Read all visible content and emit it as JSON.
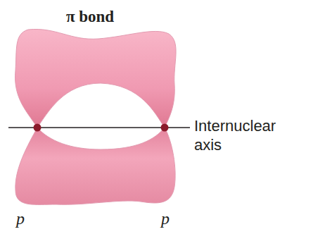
{
  "diagram": {
    "title": "π bond",
    "labels": [
      "Internuclear axis",
      "p",
      "p"
    ]
  }
}
